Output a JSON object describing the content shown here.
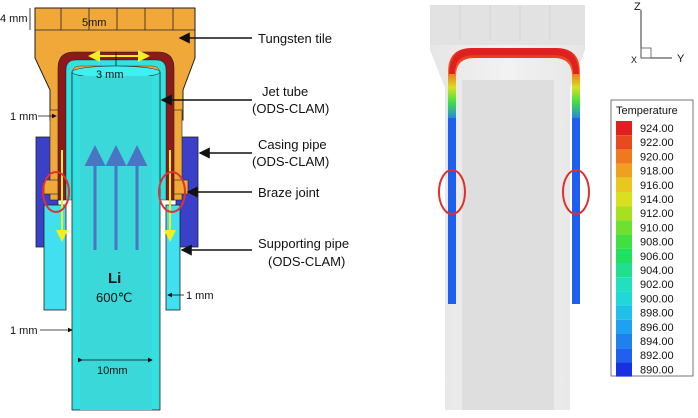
{
  "left_diagram": {
    "labels": {
      "tungsten_tile": "Tungsten tile",
      "jet_tube_1": "Jet tube",
      "jet_tube_2": "(ODS-CLAM)",
      "casing_pipe_1": "Casing pipe",
      "casing_pipe_2": "(ODS-CLAM)",
      "braze_joint": "Braze joint",
      "supporting_pipe_1": "Supporting pipe",
      "supporting_pipe_2": "(ODS-CLAM)",
      "li": "Li",
      "li_temp": "600℃",
      "dim_4mm": "4 mm",
      "dim_5mm": "5mm",
      "dim_3mm": "3 mm",
      "dim_1mm_left_top": "1 mm",
      "dim_1mm_right": "1 mm",
      "dim_1mm_left_bottom": "1 mm",
      "dim_10mm": "10mm"
    },
    "colors": {
      "tungsten": "#f0a838",
      "casing": "#3a40c8",
      "jet_tube": "#35e0e0",
      "support": "#40e0f0",
      "braze": "#f0a838",
      "inner_red": "#8b1a1a",
      "flow_arrow": "#4a74c4",
      "yellow_arrow": "#f0f020",
      "circle": "#e03030"
    }
  },
  "right_diagram": {
    "axes": {
      "z": "Z",
      "y": "Y",
      "x": "X"
    },
    "legend": {
      "title": "Temperature",
      "values": [
        "924.00",
        "922.00",
        "920.00",
        "918.00",
        "916.00",
        "914.00",
        "912.00",
        "910.00",
        "908.00",
        "906.00",
        "904.00",
        "902.00",
        "900.00",
        "898.00",
        "896.00",
        "894.00",
        "892.00",
        "890.00"
      ],
      "colors": [
        "#e02020",
        "#e84a20",
        "#f07820",
        "#f0a020",
        "#e8c820",
        "#d8e020",
        "#a8e020",
        "#70e030",
        "#40e040",
        "#20e060",
        "#20e090",
        "#20e0c0",
        "#20d8d8",
        "#20c0e8",
        "#20a0f0",
        "#2080f0",
        "#2060f0",
        "#1830e0"
      ]
    }
  }
}
